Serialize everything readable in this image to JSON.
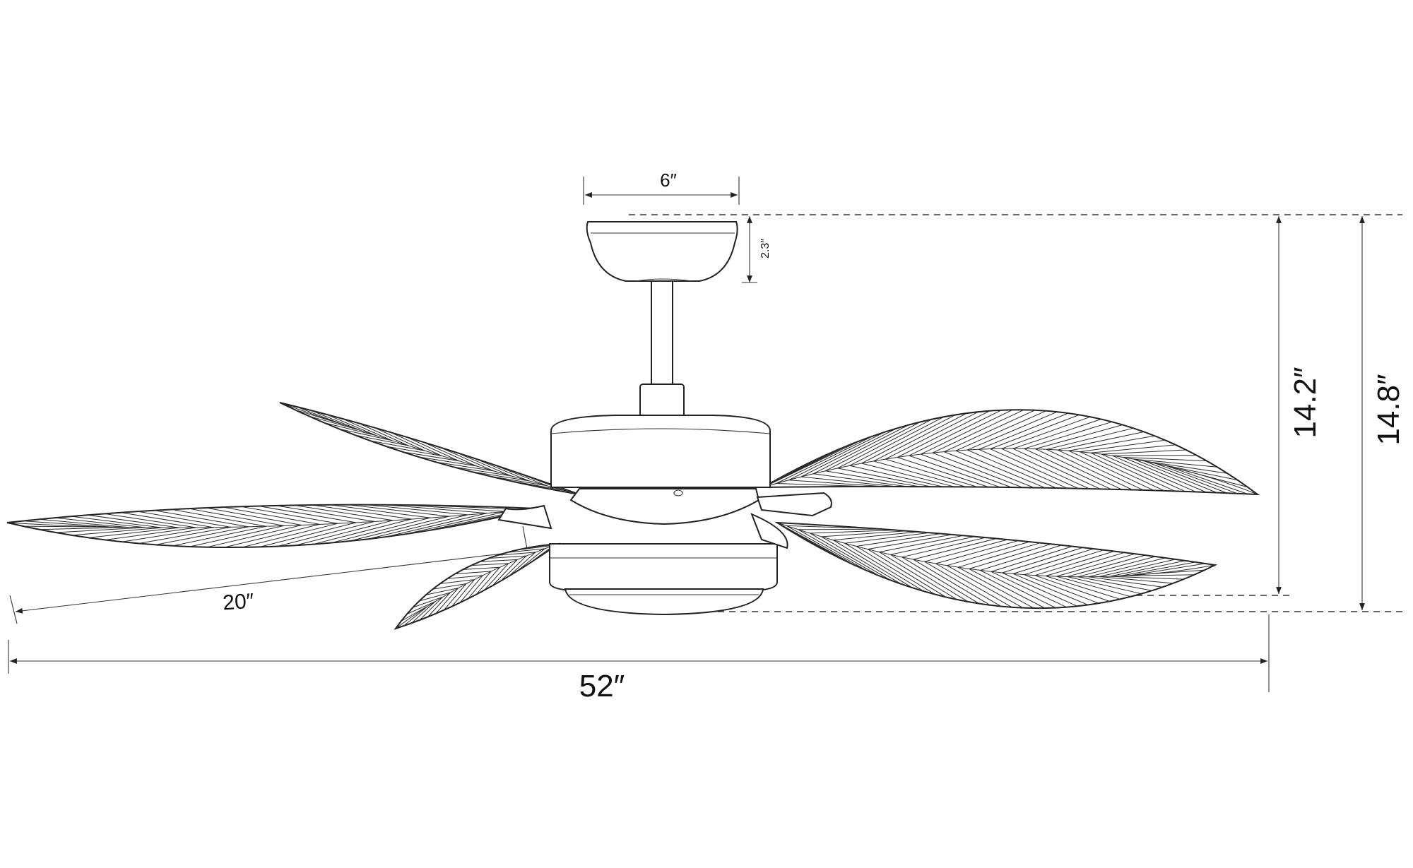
{
  "diagram": {
    "labels": {
      "canopy_width": "6″",
      "canopy_height": "2.3″",
      "blade_length": "20″",
      "overall_span": "52″",
      "height_min": "14.2″",
      "height_max": "14.8″"
    },
    "blade_count": 5,
    "colors": {
      "line": "#222222",
      "background": "#ffffff"
    }
  }
}
